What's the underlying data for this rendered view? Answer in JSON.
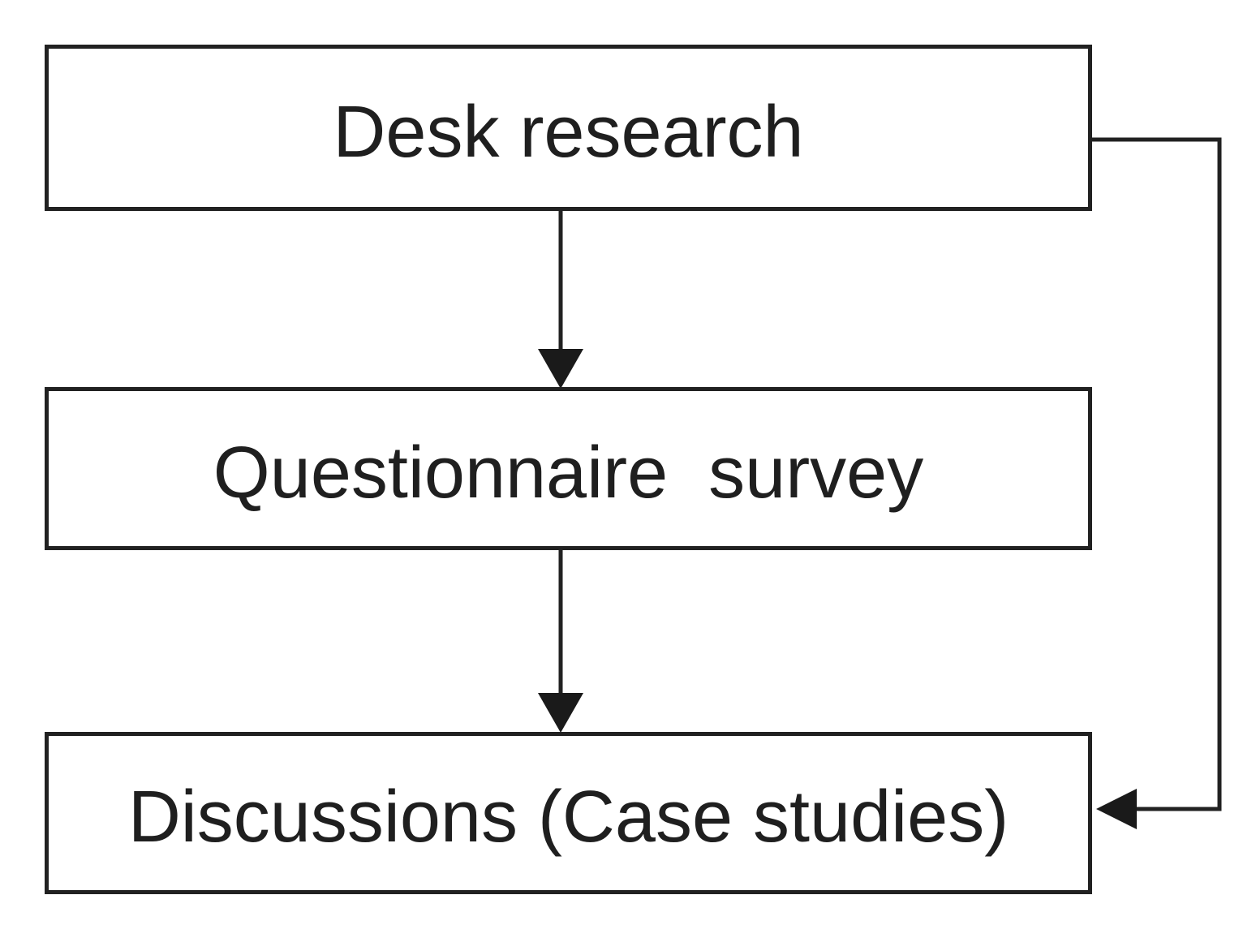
{
  "diagram": {
    "type": "flowchart",
    "background_color": "#ffffff",
    "line_color": "#212121",
    "text_color": "#1f1f1f",
    "nodes": [
      {
        "id": "desk-research",
        "label": "Desk research"
      },
      {
        "id": "questionnaire-survey",
        "label": "Questionnaire  survey"
      },
      {
        "id": "discussions-case-studies",
        "label": "Discussions (Case studies)"
      }
    ],
    "edges": [
      {
        "from": "desk-research",
        "to": "questionnaire-survey",
        "type": "vertical-arrow"
      },
      {
        "from": "questionnaire-survey",
        "to": "discussions-case-studies",
        "type": "vertical-arrow"
      },
      {
        "from": "desk-research",
        "to": "discussions-case-studies",
        "type": "right-side-elbow-arrow"
      }
    ]
  }
}
